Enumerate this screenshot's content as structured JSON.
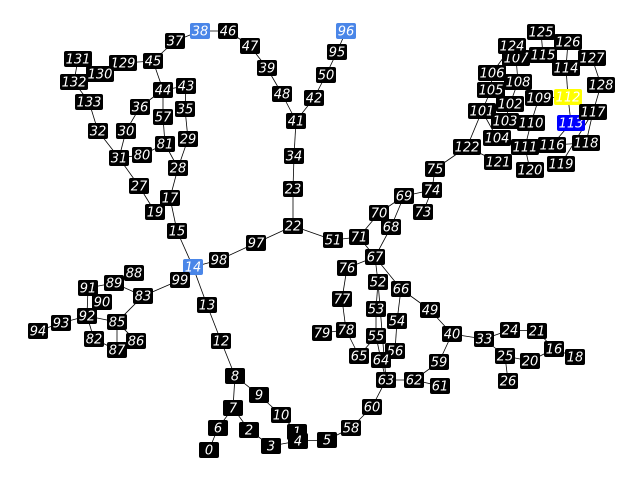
{
  "graph": {
    "colors": {
      "default_fill": "#000000",
      "default_text": "#ffffff",
      "highlight_light_blue": "#4a86e8",
      "highlight_yellow": "#ffff00",
      "highlight_blue": "#0000ff",
      "edge": "#000000"
    },
    "nodes": [
      {
        "id": "0"
      },
      {
        "id": "1"
      },
      {
        "id": "2"
      },
      {
        "id": "3"
      },
      {
        "id": "4"
      },
      {
        "id": "5"
      },
      {
        "id": "6"
      },
      {
        "id": "7"
      },
      {
        "id": "8"
      },
      {
        "id": "9"
      },
      {
        "id": "10"
      },
      {
        "id": "11"
      },
      {
        "id": "12"
      },
      {
        "id": "13"
      },
      {
        "id": "14",
        "highlight": "light-blue"
      },
      {
        "id": "15"
      },
      {
        "id": "16"
      },
      {
        "id": "17"
      },
      {
        "id": "18"
      },
      {
        "id": "19"
      },
      {
        "id": "20"
      },
      {
        "id": "21"
      },
      {
        "id": "22"
      },
      {
        "id": "23"
      },
      {
        "id": "24"
      },
      {
        "id": "25"
      },
      {
        "id": "26"
      },
      {
        "id": "27"
      },
      {
        "id": "28"
      },
      {
        "id": "29"
      },
      {
        "id": "30"
      },
      {
        "id": "31"
      },
      {
        "id": "32"
      },
      {
        "id": "33"
      },
      {
        "id": "34"
      },
      {
        "id": "35"
      },
      {
        "id": "36"
      },
      {
        "id": "37"
      },
      {
        "id": "38",
        "highlight": "light-blue"
      },
      {
        "id": "39"
      },
      {
        "id": "40"
      },
      {
        "id": "41"
      },
      {
        "id": "42"
      },
      {
        "id": "43"
      },
      {
        "id": "44"
      },
      {
        "id": "45"
      },
      {
        "id": "46"
      },
      {
        "id": "47"
      },
      {
        "id": "48"
      },
      {
        "id": "49"
      },
      {
        "id": "50"
      },
      {
        "id": "51"
      },
      {
        "id": "52"
      },
      {
        "id": "53"
      },
      {
        "id": "54"
      },
      {
        "id": "55"
      },
      {
        "id": "56"
      },
      {
        "id": "57"
      },
      {
        "id": "58"
      },
      {
        "id": "59"
      },
      {
        "id": "60"
      },
      {
        "id": "61"
      },
      {
        "id": "62"
      },
      {
        "id": "63"
      },
      {
        "id": "64"
      },
      {
        "id": "65"
      },
      {
        "id": "66"
      },
      {
        "id": "67"
      },
      {
        "id": "68"
      },
      {
        "id": "69"
      },
      {
        "id": "70"
      },
      {
        "id": "71"
      },
      {
        "id": "72"
      },
      {
        "id": "73"
      },
      {
        "id": "74"
      },
      {
        "id": "75"
      },
      {
        "id": "76"
      },
      {
        "id": "77"
      },
      {
        "id": "78"
      },
      {
        "id": "79"
      },
      {
        "id": "80"
      },
      {
        "id": "81"
      },
      {
        "id": "82"
      },
      {
        "id": "83"
      },
      {
        "id": "85"
      },
      {
        "id": "86"
      },
      {
        "id": "87"
      },
      {
        "id": "88"
      },
      {
        "id": "89"
      },
      {
        "id": "90"
      },
      {
        "id": "91"
      },
      {
        "id": "92"
      },
      {
        "id": "93"
      },
      {
        "id": "94"
      },
      {
        "id": "95"
      },
      {
        "id": "96",
        "highlight": "light-blue"
      },
      {
        "id": "97"
      },
      {
        "id": "98"
      },
      {
        "id": "99"
      },
      {
        "id": "101"
      },
      {
        "id": "102"
      },
      {
        "id": "103"
      },
      {
        "id": "104"
      },
      {
        "id": "105"
      },
      {
        "id": "106"
      },
      {
        "id": "107"
      },
      {
        "id": "108"
      },
      {
        "id": "109"
      },
      {
        "id": "110"
      },
      {
        "id": "111"
      },
      {
        "id": "112",
        "highlight": "yellow"
      },
      {
        "id": "113",
        "highlight": "blue"
      },
      {
        "id": "114"
      },
      {
        "id": "115"
      },
      {
        "id": "116"
      },
      {
        "id": "117"
      },
      {
        "id": "118"
      },
      {
        "id": "119"
      },
      {
        "id": "120"
      },
      {
        "id": "121"
      },
      {
        "id": "122"
      },
      {
        "id": "124"
      },
      {
        "id": "125"
      },
      {
        "id": "126"
      },
      {
        "id": "127"
      },
      {
        "id": "128"
      },
      {
        "id": "129"
      },
      {
        "id": "130"
      },
      {
        "id": "131"
      },
      {
        "id": "132"
      },
      {
        "id": "133"
      }
    ],
    "edges": [
      [
        "0",
        "6"
      ],
      [
        "6",
        "7"
      ],
      [
        "7",
        "2"
      ],
      [
        "7",
        "8"
      ],
      [
        "2",
        "3"
      ],
      [
        "3",
        "4"
      ],
      [
        "4",
        "1"
      ],
      [
        "1",
        "10"
      ],
      [
        "10",
        "9"
      ],
      [
        "9",
        "8"
      ],
      [
        "8",
        "12"
      ],
      [
        "12",
        "13"
      ],
      [
        "13",
        "14"
      ],
      [
        "4",
        "5"
      ],
      [
        "5",
        "58"
      ],
      [
        "58",
        "60"
      ],
      [
        "60",
        "63"
      ],
      [
        "14",
        "15"
      ],
      [
        "15",
        "17"
      ],
      [
        "17",
        "19"
      ],
      [
        "19",
        "27"
      ],
      [
        "27",
        "31"
      ],
      [
        "31",
        "32"
      ],
      [
        "32",
        "133"
      ],
      [
        "133",
        "132"
      ],
      [
        "132",
        "130"
      ],
      [
        "132",
        "131"
      ],
      [
        "131",
        "130"
      ],
      [
        "130",
        "129"
      ],
      [
        "129",
        "45"
      ],
      [
        "45",
        "37"
      ],
      [
        "37",
        "38"
      ],
      [
        "38",
        "46"
      ],
      [
        "46",
        "47"
      ],
      [
        "47",
        "39"
      ],
      [
        "39",
        "48"
      ],
      [
        "48",
        "41"
      ],
      [
        "41",
        "34"
      ],
      [
        "34",
        "23"
      ],
      [
        "23",
        "22"
      ],
      [
        "22",
        "97"
      ],
      [
        "97",
        "98"
      ],
      [
        "98",
        "14"
      ],
      [
        "41",
        "42"
      ],
      [
        "42",
        "50"
      ],
      [
        "50",
        "95"
      ],
      [
        "95",
        "96"
      ],
      [
        "17",
        "28"
      ],
      [
        "28",
        "29"
      ],
      [
        "29",
        "35"
      ],
      [
        "35",
        "43"
      ],
      [
        "43",
        "44"
      ],
      [
        "44",
        "45"
      ],
      [
        "44",
        "57"
      ],
      [
        "57",
        "81"
      ],
      [
        "81",
        "28"
      ],
      [
        "44",
        "36"
      ],
      [
        "36",
        "30"
      ],
      [
        "30",
        "31"
      ],
      [
        "31",
        "80"
      ],
      [
        "80",
        "81"
      ],
      [
        "14",
        "99"
      ],
      [
        "99",
        "83"
      ],
      [
        "83",
        "89"
      ],
      [
        "89",
        "88"
      ],
      [
        "89",
        "91"
      ],
      [
        "91",
        "90"
      ],
      [
        "90",
        "92"
      ],
      [
        "92",
        "93"
      ],
      [
        "93",
        "94"
      ],
      [
        "92",
        "85"
      ],
      [
        "85",
        "83"
      ],
      [
        "85",
        "86"
      ],
      [
        "85",
        "87"
      ],
      [
        "92",
        "82"
      ],
      [
        "82",
        "87"
      ],
      [
        "91",
        "92"
      ],
      [
        "22",
        "51"
      ],
      [
        "51",
        "71"
      ],
      [
        "71",
        "67"
      ],
      [
        "67",
        "68"
      ],
      [
        "68",
        "69"
      ],
      [
        "69",
        "70"
      ],
      [
        "70",
        "71"
      ],
      [
        "69",
        "74"
      ],
      [
        "74",
        "73"
      ],
      [
        "74",
        "75"
      ],
      [
        "75",
        "122"
      ],
      [
        "122",
        "121"
      ],
      [
        "122",
        "101"
      ],
      [
        "67",
        "76"
      ],
      [
        "76",
        "77"
      ],
      [
        "77",
        "78"
      ],
      [
        "78",
        "79"
      ],
      [
        "78",
        "65"
      ],
      [
        "65",
        "55"
      ],
      [
        "55",
        "53"
      ],
      [
        "53",
        "52"
      ],
      [
        "52",
        "67"
      ],
      [
        "55",
        "64"
      ],
      [
        "64",
        "56"
      ],
      [
        "56",
        "54"
      ],
      [
        "54",
        "66"
      ],
      [
        "66",
        "67"
      ],
      [
        "64",
        "63"
      ],
      [
        "63",
        "62"
      ],
      [
        "62",
        "59"
      ],
      [
        "59",
        "40"
      ],
      [
        "40",
        "49"
      ],
      [
        "49",
        "66"
      ],
      [
        "62",
        "61"
      ],
      [
        "40",
        "33"
      ],
      [
        "33",
        "24"
      ],
      [
        "24",
        "21"
      ],
      [
        "21",
        "16"
      ],
      [
        "16",
        "18"
      ],
      [
        "33",
        "25"
      ],
      [
        "25",
        "26"
      ],
      [
        "25",
        "20"
      ],
      [
        "20",
        "16"
      ],
      [
        "52",
        "63"
      ],
      [
        "101",
        "104"
      ],
      [
        "104",
        "111"
      ],
      [
        "111",
        "120"
      ],
      [
        "101",
        "103"
      ],
      [
        "103",
        "110"
      ],
      [
        "110",
        "109"
      ],
      [
        "109",
        "112"
      ],
      [
        "112",
        "113"
      ],
      [
        "113",
        "116"
      ],
      [
        "116",
        "118"
      ],
      [
        "118",
        "117"
      ],
      [
        "117",
        "128"
      ],
      [
        "128",
        "127"
      ],
      [
        "127",
        "126"
      ],
      [
        "126",
        "125"
      ],
      [
        "125",
        "115"
      ],
      [
        "115",
        "107"
      ],
      [
        "107",
        "124"
      ],
      [
        "124",
        "106"
      ],
      [
        "106",
        "105"
      ],
      [
        "105",
        "101"
      ],
      [
        "105",
        "102"
      ],
      [
        "102",
        "108"
      ],
      [
        "108",
        "109"
      ],
      [
        "115",
        "114"
      ],
      [
        "114",
        "112"
      ],
      [
        "110",
        "111"
      ],
      [
        "119",
        "117"
      ],
      [
        "102",
        "103"
      ],
      [
        "107",
        "108"
      ],
      [
        "126",
        "114"
      ]
    ]
  }
}
